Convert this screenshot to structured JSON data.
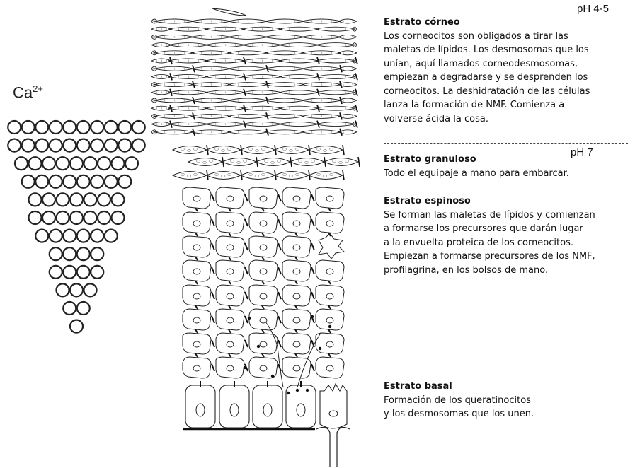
{
  "calcium": {
    "label_base": "Ca",
    "label_sup": "2+",
    "row_counts": [
      10,
      10,
      9,
      8,
      7,
      7,
      6,
      4,
      4,
      3,
      2,
      1
    ]
  },
  "layers": [
    {
      "id": "corneo",
      "title": "Estrato córneo",
      "ph": "pH 4-5",
      "text": "Los corneocitos son obligados a tirar las\nmaletas de lípidos. Los desmosomas que los\nunían, aquí llamados corneodesmosomas,\nempiezan a degradarse y se desprenden los\ncorneocitos. La deshidratación de las células\nlanza la formación de NMF. Comienza a\nvolverse ácida la cosa."
    },
    {
      "id": "granuloso",
      "title": "Estrato granuloso",
      "ph": "pH 7",
      "text": "Todo el equipaje a mano para embarcar."
    },
    {
      "id": "espinoso",
      "title": "Estrato espinoso",
      "ph": "",
      "text": "Se forman las maletas de lípidos y comienzan\na formarse los precursores que darán lugar\na la envuelta proteica de los corneocitos.\nEmpiezan a formarse precursores de los NMF,\nprofilagrina, en los bolsos de mano."
    },
    {
      "id": "basal",
      "title": "Estrato basal",
      "ph": "",
      "text": "Formación de los queratinocitos\ny los desmosomas que los unen."
    }
  ]
}
